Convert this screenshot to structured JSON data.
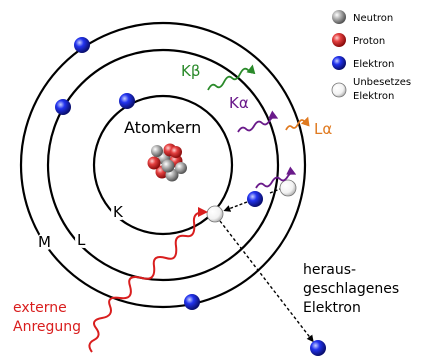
{
  "legend": {
    "neutron": "Neutron",
    "proton": "Proton",
    "electron": "Elektron",
    "vacancy_line1": "Unbesetzes",
    "vacancy_line2": "Elektron"
  },
  "nucleus_label": "Atomkern",
  "shells": {
    "k": "K",
    "l": "L",
    "m": "M"
  },
  "transitions": {
    "k_beta": "Kβ",
    "k_alpha": "Kα",
    "l_alpha": "Lα"
  },
  "excitation": {
    "line1": "externe",
    "line2": "Anregung"
  },
  "ejected": {
    "line1": "heraus-",
    "line2": "geschlagenes",
    "line3": "Elektron"
  },
  "colors": {
    "neutron": "#9a9a9a",
    "proton": "#e23b3b",
    "electron": "#1e2ee8",
    "k_beta": "#2a8a2a",
    "k_alpha": "#6a1a8a",
    "l_alpha": "#e07a20",
    "excitation": "#d91e1e"
  }
}
